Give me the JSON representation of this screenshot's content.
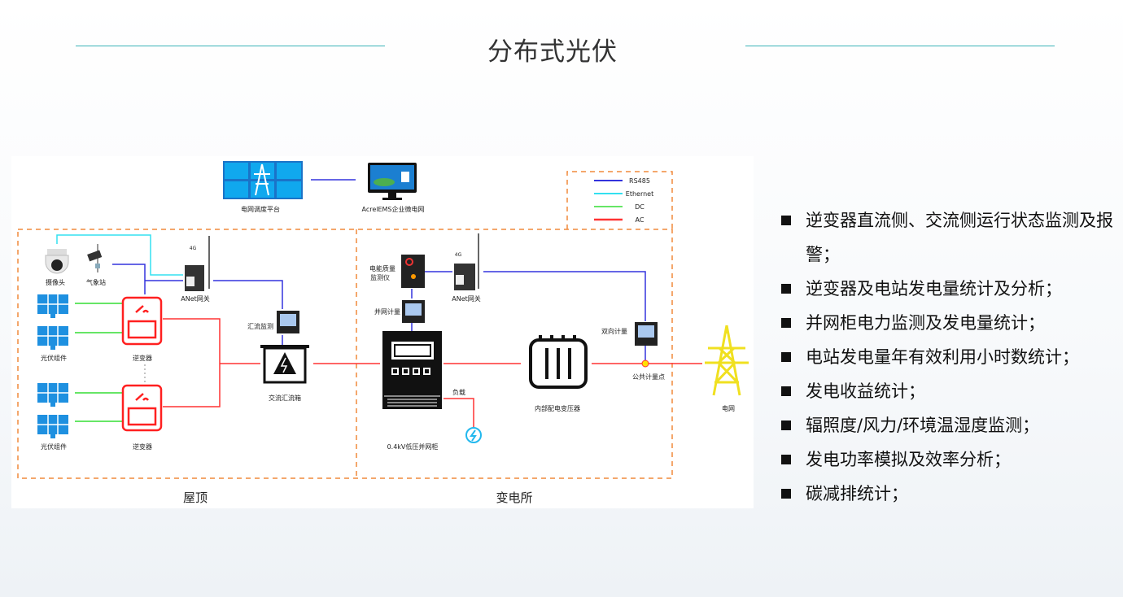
{
  "title": "分布式光伏",
  "colors": {
    "accent_line": "#3bb3b8",
    "rs485": "#3333dd",
    "ethernet": "#33e0f0",
    "dc": "#33dd33",
    "ac": "#ff3333",
    "zone_border": "#f08a3c",
    "tower": "#f0e020"
  },
  "diagram": {
    "top": {
      "grid_platform": "电网调度平台",
      "ems": "AcrelEMS企业微电网"
    },
    "legend": [
      {
        "label": "RS485",
        "color": "#3333dd"
      },
      {
        "label": "Ethernet",
        "color": "#33e0f0"
      },
      {
        "label": "DC",
        "color": "#33dd33"
      },
      {
        "label": "AC",
        "color": "#ff3333"
      }
    ],
    "rooftop": {
      "zone_label": "屋顶",
      "camera": "摄像头",
      "weather_station": "气象站",
      "gateway": "ANet网关",
      "gateway_signal": "4G",
      "pv_module_1": "光伏组件",
      "pv_module_2": "光伏组件",
      "inverter_1": "逆变器",
      "inverter_2": "逆变器",
      "combiner_monitor": "汇流监测",
      "ac_combiner_box": "交流汇流箱"
    },
    "substation": {
      "zone_label": "变电所",
      "pq_monitor_line1": "电能质量",
      "pq_monitor_line2": "监测仪",
      "gateway": "ANet网关",
      "gateway_signal": "4G",
      "grid_meter": "并网计量",
      "cabinet": "0.4kV低压并网柜",
      "load": "负载",
      "transformer": "内部配电变压器",
      "bidirectional_meter": "双向计量",
      "pcc": "公共计量点",
      "grid": "电网"
    }
  },
  "features": [
    "逆变器直流侧、交流侧运行状态监测及报警；",
    "逆变器及电站发电量统计及分析；",
    "并网柜电力监测及发电量统计；",
    "电站发电量年有效利用小时数统计；",
    "发电收益统计；",
    "辐照度/风力/环境温湿度监测；",
    "发电功率模拟及效率分析；",
    "碳减排统计；"
  ]
}
